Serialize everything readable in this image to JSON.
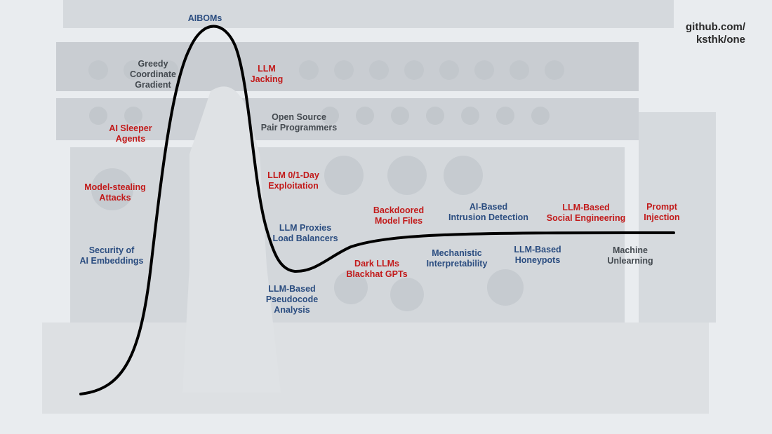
{
  "url_text": "github.com/\nksthk/one",
  "colors": {
    "blue": "#2b4d80",
    "red": "#c21a1a",
    "gray": "#444a50",
    "curve": "#000000"
  },
  "labels": {
    "aiboms": "AIBOMs",
    "greedy": "Greedy\nCoordinate\nGradient",
    "llm_jacking": "LLM\nJacking",
    "open_source": "Open Source\nPair Programmers",
    "ai_sleeper": "AI Sleeper\nAgents",
    "llm_day": "LLM 0/1-Day\nExploitation",
    "model_stealing": "Model-stealing\nAttacks",
    "llm_proxies": "LLM Proxies\nLoad Balancers",
    "security_embeddings": "Security of\nAI Embeddings",
    "pseudocode": "LLM-Based\nPseudocode\nAnalysis",
    "backdoored": "Backdoored\nModel Files",
    "dark_llms": "Dark LLMs\nBlackhat GPTs",
    "ai_intrusion": "AI-Based\nIntrusion Detection",
    "mechanistic": "Mechanistic\nInterpretability",
    "social_engineering": "LLM-Based\nSocial Engineering",
    "honeypots": "LLM-Based\nHoneypots",
    "prompt_injection": "Prompt\nInjection",
    "unlearning": "Machine\nUnlearning"
  }
}
